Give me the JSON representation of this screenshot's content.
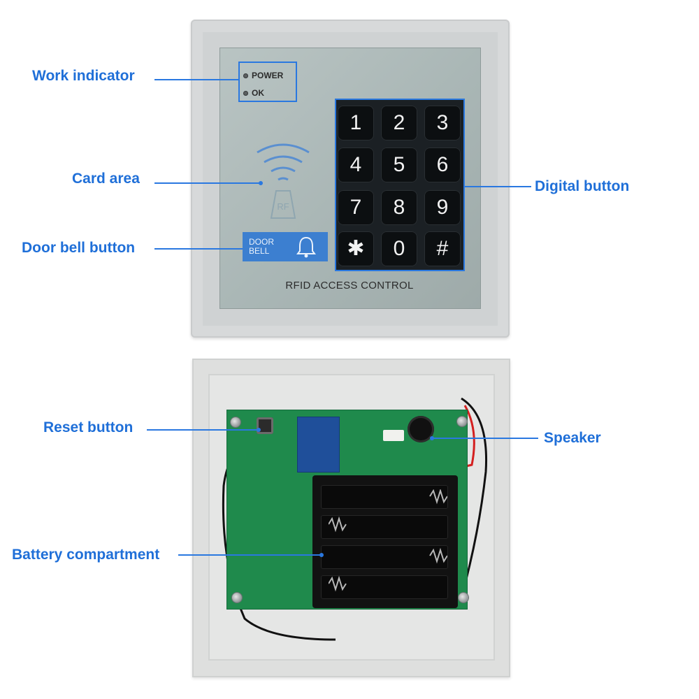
{
  "callouts": {
    "work_indicator": "Work indicator",
    "card_area": "Card area",
    "door_bell_button": "Door bell button",
    "digital_button": "Digital button",
    "reset_button": "Reset button",
    "speaker": "Speaker",
    "battery_compartment": "Battery compartment"
  },
  "front_panel": {
    "led_power": "POWER",
    "led_ok": "OK",
    "rf_label": "RF",
    "door_bell_line1": "DOOR",
    "door_bell_line2": "BELL",
    "title": "RFID ACCESS CONTROL",
    "keys": [
      "1",
      "2",
      "3",
      "4",
      "5",
      "6",
      "7",
      "8",
      "9",
      "✱",
      "0",
      "#"
    ]
  },
  "colors": {
    "callout_text": "#1f6fd8",
    "callout_line": "#2a78e0",
    "pcb_green": "#1f8a4c",
    "bell_plate": "#3c7fd0"
  }
}
